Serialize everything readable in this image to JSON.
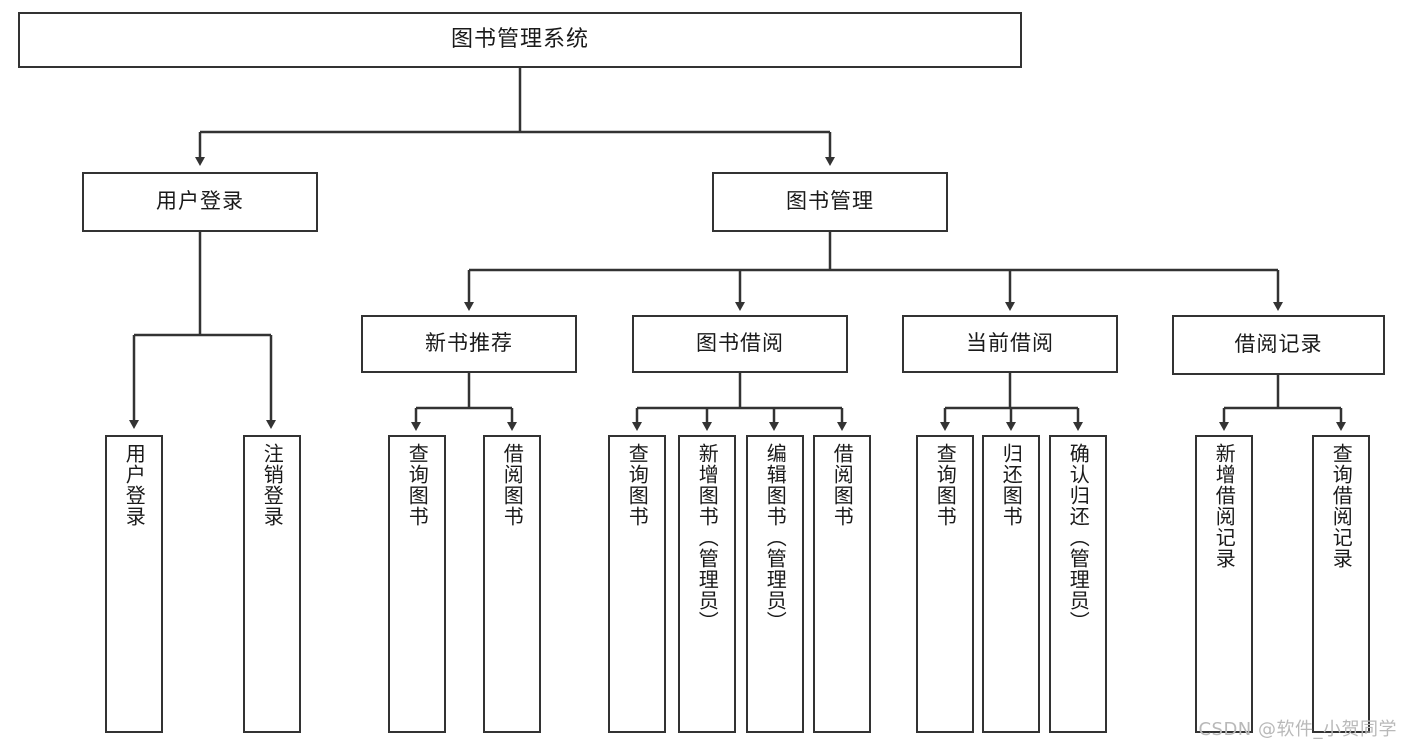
{
  "diagram": {
    "title": "图书管理系统",
    "type": "tree",
    "watermark": "CSDN @软件_小贺同学",
    "colors": {
      "border": "#333333",
      "fill": "#ffffff",
      "text": "#1a1a1a",
      "edge": "#333333",
      "watermark": "#b9b9b9",
      "background": "#ffffff"
    },
    "nodes": {
      "root": {
        "label": "图书管理系统"
      },
      "user_login": {
        "label": "用户登录"
      },
      "book_manage": {
        "label": "图书管理"
      },
      "new_book_rec": {
        "label": "新书推荐"
      },
      "book_borrow": {
        "label": "图书借阅"
      },
      "current_borrow": {
        "label": "当前借阅"
      },
      "borrow_record": {
        "label": "借阅记录"
      },
      "leaf_user_login": {
        "label": "用户登录"
      },
      "leaf_logout": {
        "label": "注销登录"
      },
      "leaf_query_book_1": {
        "label": "查询图书"
      },
      "leaf_borrow_book_1": {
        "label": "借阅图书"
      },
      "leaf_query_book_2": {
        "label": "查询图书"
      },
      "leaf_add_book": {
        "label": "新增图书（管理员）"
      },
      "leaf_edit_book": {
        "label": "编辑图书（管理员）"
      },
      "leaf_borrow_book_2": {
        "label": "借阅图书"
      },
      "leaf_query_book_3": {
        "label": "查询图书"
      },
      "leaf_return_book": {
        "label": "归还图书"
      },
      "leaf_confirm_return": {
        "label": "确认归还（管理员）"
      },
      "leaf_add_record": {
        "label": "新增借阅记录"
      },
      "leaf_query_record": {
        "label": "查询借阅记录"
      }
    },
    "hierarchy": [
      {
        "parent": "图书管理系统",
        "children": [
          "用户登录",
          "图书管理"
        ]
      },
      {
        "parent": "用户登录",
        "children": [
          "用户登录",
          "注销登录"
        ]
      },
      {
        "parent": "图书管理",
        "children": [
          "新书推荐",
          "图书借阅",
          "当前借阅",
          "借阅记录"
        ]
      },
      {
        "parent": "新书推荐",
        "children": [
          "查询图书",
          "借阅图书"
        ]
      },
      {
        "parent": "图书借阅",
        "children": [
          "查询图书",
          "新增图书（管理员）",
          "编辑图书（管理员）",
          "借阅图书"
        ]
      },
      {
        "parent": "当前借阅",
        "children": [
          "查询图书",
          "归还图书",
          "确认归还（管理员）"
        ]
      },
      {
        "parent": "借阅记录",
        "children": [
          "新增借阅记录",
          "查询借阅记录"
        ]
      }
    ]
  }
}
